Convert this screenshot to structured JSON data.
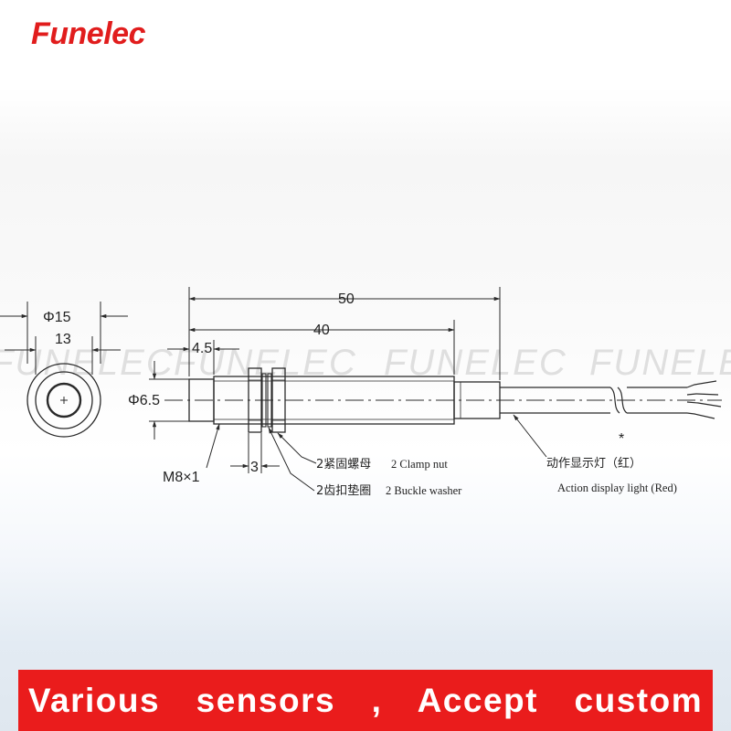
{
  "brand": {
    "logo": "Funelec",
    "watermark": "FUNELEC"
  },
  "dimensions": {
    "phi15": "Φ15",
    "d13": "13",
    "d50": "50",
    "d40": "40",
    "d45": "4.5",
    "phi65": "Φ6.5",
    "thread": "M8×1",
    "d3": "3"
  },
  "callouts": {
    "clamp_nut_cn": "2紧固螺母",
    "clamp_nut_en": "2 Clamp nut",
    "washer_cn": "2齿扣垫圈",
    "washer_en": "2 Buckle washer",
    "asterisk": "*",
    "light_cn": "动作显示灯（红）",
    "light_en": "Action display light (Red)"
  },
  "banner": {
    "text": "Various  sensors  ,  Accept  custom"
  },
  "colors": {
    "brand_red": "#e11d1d",
    "banner_red": "#ea1c1c"
  }
}
